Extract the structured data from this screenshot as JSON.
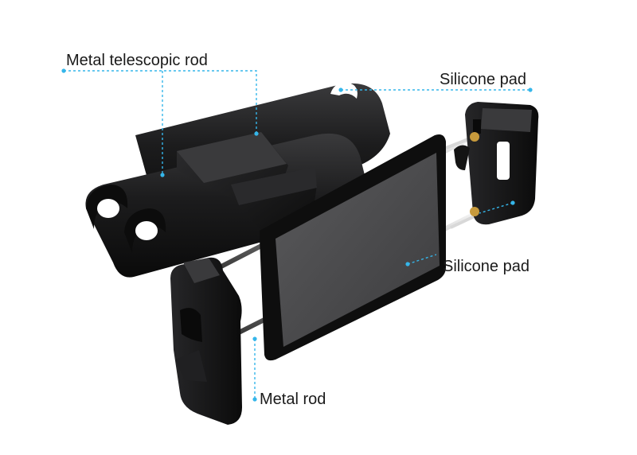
{
  "labels": {
    "telescopic_rod": "Metal telescopic rod",
    "silicone_pad_top": "Silicone pad",
    "silicone_pad_middle": "Silicone pad",
    "metal_rod": "Metal rod"
  },
  "colors": {
    "leader_line": "#35b6ea",
    "product_black": "#141414",
    "pad_gray": "#4a4a4c",
    "brass": "#c79a3c"
  }
}
